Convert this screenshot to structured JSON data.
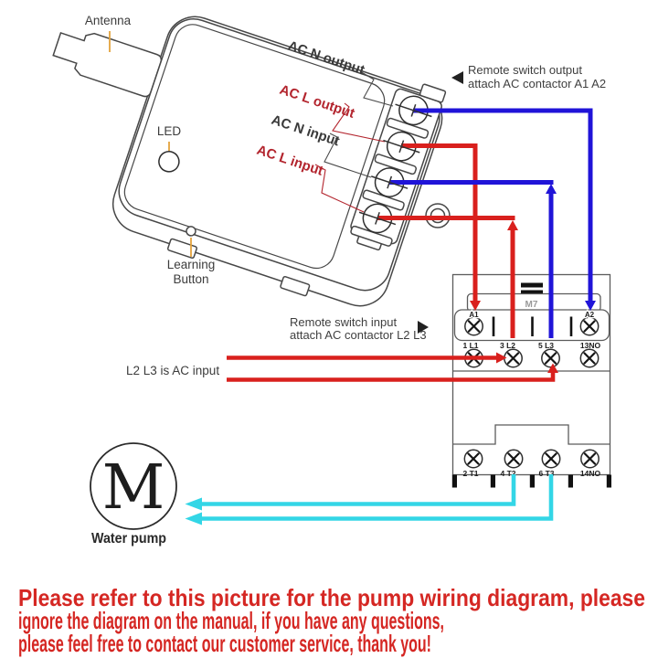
{
  "device": {
    "antenna_label": "Antenna",
    "led_label": "LED",
    "learning_button_label": [
      "Learning",
      "Button"
    ],
    "wire_labels": {
      "n_output": "AC N output",
      "l_output": "AC L output",
      "n_input": "AC N input",
      "l_input": "AC L input"
    }
  },
  "annotations": {
    "remote_output": [
      "Remote switch output",
      "attach AC contactor A1 A2"
    ],
    "remote_input": [
      "Remote switch input",
      "attach AC contactor L2 L3"
    ],
    "ac_input_note": "L2 L3 is AC input"
  },
  "contactor": {
    "model": "M7",
    "coil_terminals": [
      "A1",
      "A2"
    ],
    "input_row": [
      "1 L1",
      "3 L2",
      "5 L3",
      "13NO"
    ],
    "output_row": [
      "2 T1",
      "4 T2",
      "6 T3",
      "14NO"
    ]
  },
  "pump": {
    "motor_symbol": "M",
    "label": "Water pump"
  },
  "notice": {
    "lines": [
      "Please refer to this picture for the pump wiring diagram, please",
      "ignore the diagram on the manual, if you have any questions,",
      "please feel free to contact our customer service, thank you!"
    ]
  },
  "colors": {
    "wire_red": "#d9201d",
    "wire_blue": "#2014d8",
    "wire_cyan": "#33d6e6",
    "label_red": "#b3252e",
    "notice_red": "#d52723",
    "leader_orange": "#e3a33c"
  },
  "connections": [
    {
      "from": "AC N output",
      "to": "contactor A2",
      "color": "blue"
    },
    {
      "from": "AC L output",
      "to": "contactor A1",
      "color": "red"
    },
    {
      "from": "contactor L3",
      "to": "AC N input",
      "color": "blue"
    },
    {
      "from": "contactor L2",
      "to": "AC L input",
      "color": "red"
    },
    {
      "from": "AC input",
      "to": "contactor L2 L3",
      "color": "red"
    },
    {
      "from": "contactor T2 T3",
      "to": "water pump",
      "color": "cyan"
    }
  ]
}
